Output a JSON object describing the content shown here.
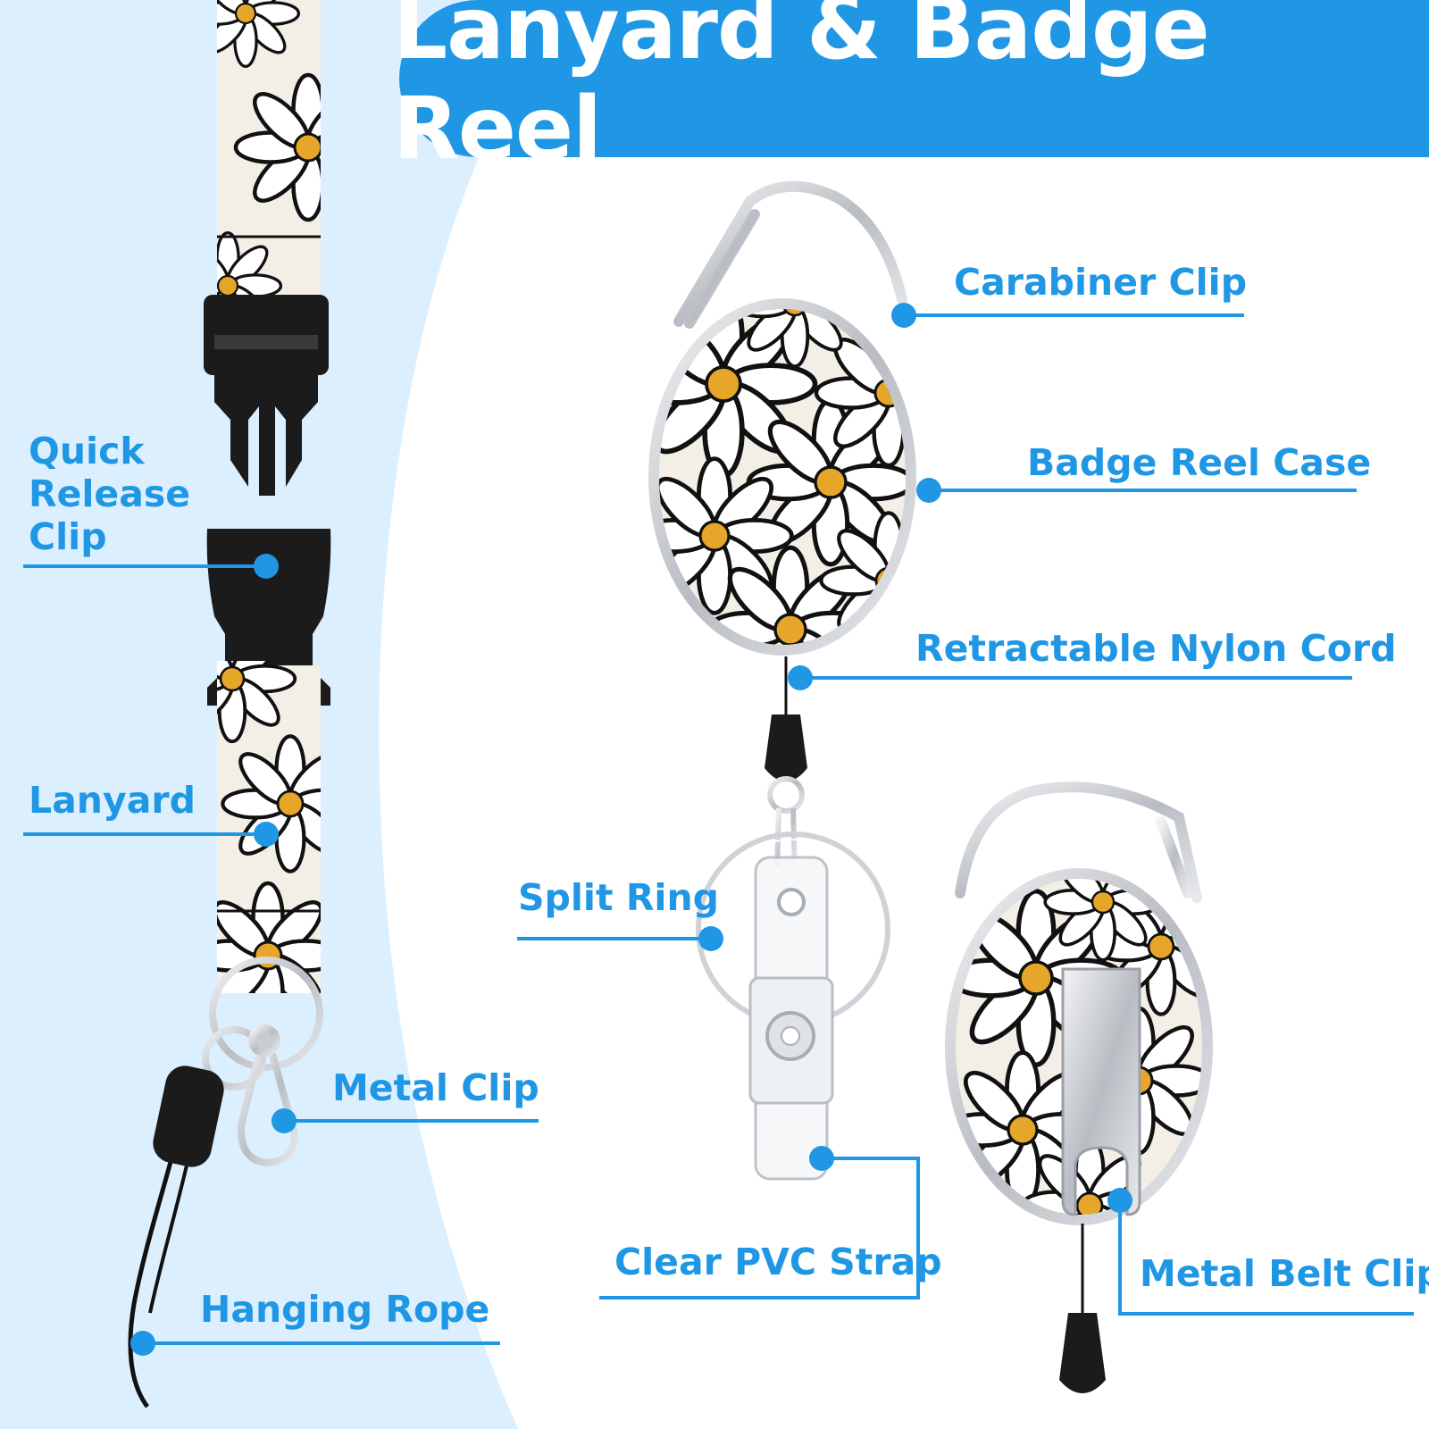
{
  "title": "Lanyard & Badge Reel",
  "labels": {
    "quick_release_clip": "Quick\nRelease\nClip",
    "lanyard": "Lanyard",
    "metal_clip": "Metal Clip",
    "hanging_rope": "Hanging Rope",
    "carabiner_clip": "Carabiner Clip",
    "badge_reel_case": "Badge Reel Case",
    "retractable_nylon_cord": "Retractable Nylon Cord",
    "split_ring": "Split Ring",
    "clear_pvc_strap": "Clear PVC Strap",
    "metal_belt_clip": "Metal Belt Clip"
  },
  "colors": {
    "accent_blue": "#1f97e4",
    "light_blue_bg": "#dcefff",
    "white": "#ffffff",
    "daisy_center": "#e6a62a",
    "strap_cream": "#f3efe6",
    "buckle_black": "#1b1b1b",
    "metal_silver": "#c9ccd1"
  },
  "icons": [
    "daisy-pattern",
    "carabiner",
    "buckle",
    "split-ring",
    "belt-clip"
  ]
}
